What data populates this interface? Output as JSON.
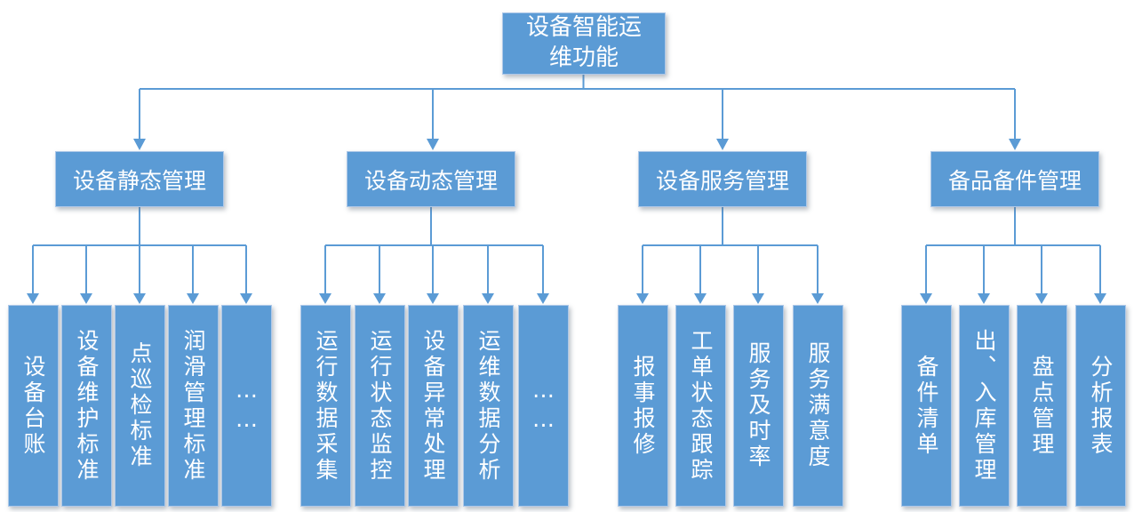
{
  "diagram": {
    "title_node": {
      "label": "设备智能运维功能"
    },
    "groups": [
      {
        "label": "设备静态管理",
        "children": [
          "设备台账",
          "设备维护标准",
          "点巡检标准",
          "润滑管理标准",
          "……"
        ]
      },
      {
        "label": "设备动态管理",
        "children": [
          "运行数据采集",
          "运行状态监控",
          "设备异常处理",
          "运维数据分析",
          "……"
        ]
      },
      {
        "label": "设备服务管理",
        "children": [
          "报事报修",
          "工单状态跟踪",
          "服务及时率",
          "服务满意度"
        ]
      },
      {
        "label": "备品备件管理",
        "children": [
          "备件清单",
          "出、入库管理",
          "盘点管理",
          "分析报表"
        ]
      }
    ],
    "colors": {
      "node_fill": "#5B9BD5",
      "connector": "#5B9BD5",
      "text": "#FFFFFF",
      "background": "#FFFFFF"
    }
  }
}
